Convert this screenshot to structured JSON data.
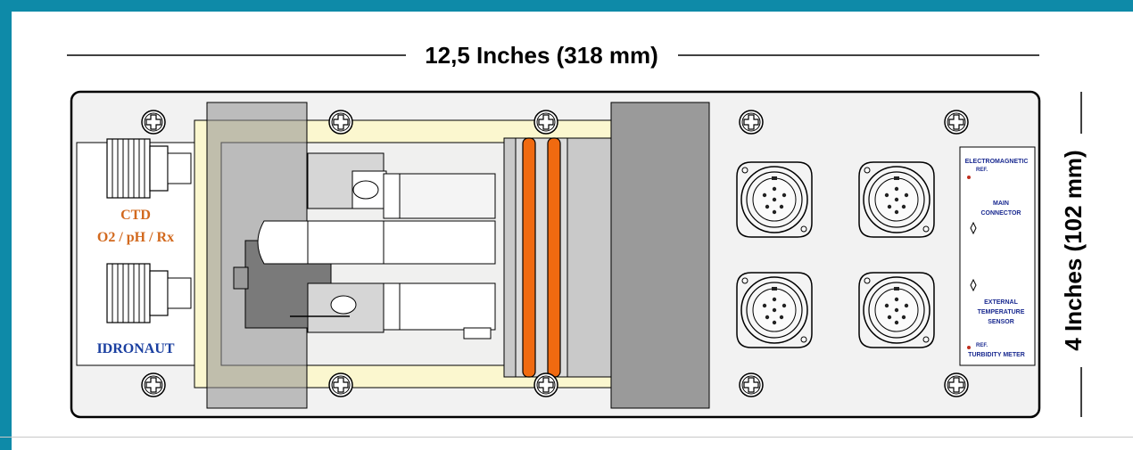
{
  "colors": {
    "frame": "#0e8aa8",
    "panel_fill": "#f2f2f2",
    "panel_stroke": "#000000",
    "cream": "#fbf7cf",
    "gray_block": "#9a9a9a",
    "orange_ring": "#f06a10",
    "ctd_text": "#d2691e",
    "brand_text": "#1a3fa0",
    "label_text": "#1a2a90"
  },
  "dimensions": {
    "width_label": "12,5 Inches (318 mm)",
    "height_label": "4 Inches (102 mm)"
  },
  "left_labels": {
    "sensor_line1": "CTD",
    "sensor_line2": "O2 / pH / Rx",
    "brand": "IDRONAUT"
  },
  "right_labels": {
    "label1_line1": "ELECTROMAGNETIC",
    "label1_line2": "REF.",
    "label2_line1": "MAIN",
    "label2_line2": "CONNECTOR",
    "label3_line1": "EXTERNAL",
    "label3_line2": "TEMPERATURE",
    "label3_line3": "SENSOR",
    "label4_line1": "REF.",
    "label4_line2": "TURBIDITY METER"
  },
  "icons": {
    "screw": "screw-icon",
    "connector": "circular-connector-icon"
  }
}
